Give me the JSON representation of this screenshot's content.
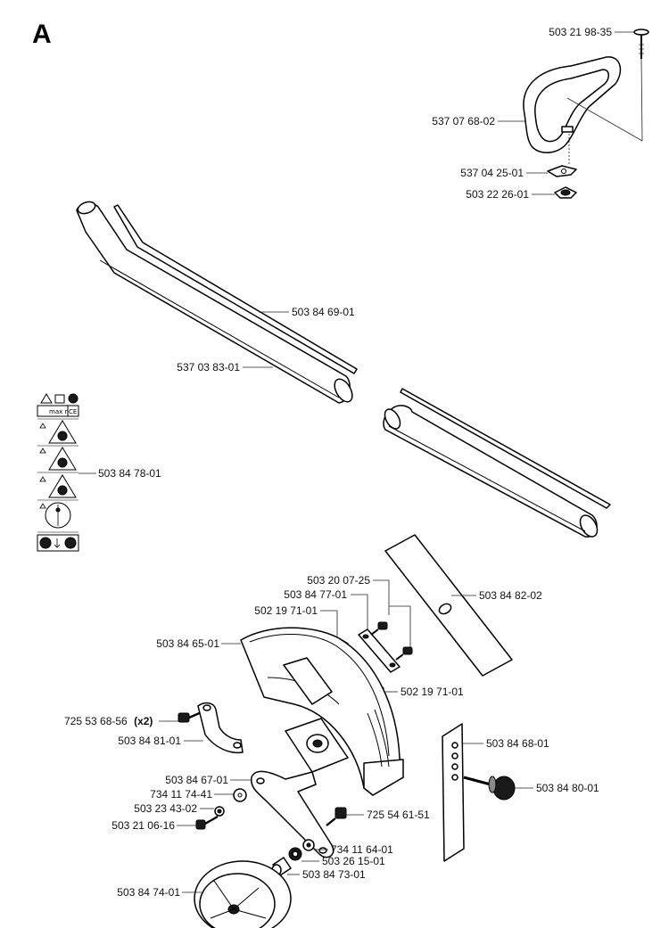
{
  "page": {
    "section_letter": "A"
  },
  "parts": {
    "handle_bolt": {
      "number": "503 21 98-35"
    },
    "loop_handle": {
      "number": "537 07 68-02"
    },
    "handle_clamp": {
      "number": "537 04 25-01"
    },
    "wing_nut": {
      "number": "503 22 26-01"
    },
    "drive_shaft": {
      "number": "503 84 69-01"
    },
    "shaft_tube": {
      "number": "537 03 83-01"
    },
    "decal_set": {
      "number": "503 84 78-01"
    },
    "screw_top": {
      "number": "503 20 07-25"
    },
    "clamp_bar": {
      "number": "503 84 77-01"
    },
    "nut_upper": {
      "number": "502 19 71-01"
    },
    "edger_blade": {
      "number": "503 84 82-02"
    },
    "blade_guard": {
      "number": "503 84 65-01"
    },
    "nut_lower": {
      "number": "502 19 71-01"
    },
    "clamp_screw": {
      "number": "725 53 68-56",
      "qty": "(x2)"
    },
    "tube_clamp": {
      "number": "503 84 81-01"
    },
    "depth_plate": {
      "number": "503 84 68-01"
    },
    "wheel_arm": {
      "number": "503 84 67-01"
    },
    "knob": {
      "number": "503 84 80-01"
    },
    "washer_a": {
      "number": "734 11 74-41"
    },
    "washer_b": {
      "number": "503 23 43-02"
    },
    "arm_screw": {
      "number": "725 54 61-51"
    },
    "wheel_bolt": {
      "number": "503 21 06-16"
    },
    "washer_c": {
      "number": "734 11 64-01"
    },
    "washer_d": {
      "number": "503 26 15-01"
    },
    "spacer": {
      "number": "503 84 73-01"
    },
    "wheel": {
      "number": "503 84 74-01"
    }
  },
  "decals": {
    "ce_mark": "CE",
    "sticker_text": "max rpm"
  }
}
